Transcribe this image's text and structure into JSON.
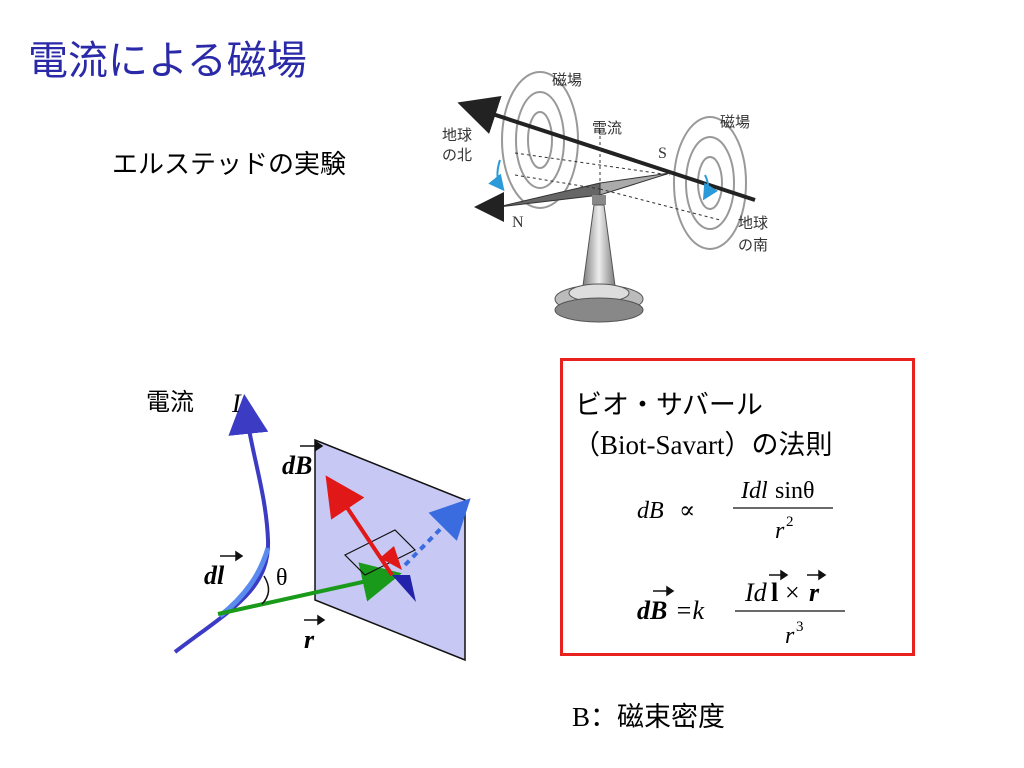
{
  "slide": {
    "title": "電流による磁場",
    "subtitle": "エルステッドの実験"
  },
  "oersted_figure": {
    "label_field_left": "磁場",
    "label_field_right": "磁場",
    "label_current": "電流",
    "label_north_pole_1": "地球",
    "label_north_pole_2": "の北",
    "label_south_pole_1": "地球",
    "label_south_pole_2": "の南",
    "label_s": "S",
    "label_n": "N"
  },
  "biot_figure": {
    "current_label": "電流",
    "current_symbol": "I",
    "db_label": "dB",
    "dl_label": "dl",
    "theta_label": "θ",
    "r_label": "r"
  },
  "law_box": {
    "title_line1": "ビオ・サバール",
    "title_line2_paren": "（Biot-Savart）",
    "title_line2_tail": "の法則",
    "formula1_lhs": "dB",
    "formula1_prop": "∝",
    "formula1_num_italic": "Idl",
    "formula1_num_func": "sinθ",
    "formula1_den": "r",
    "formula1_den_exp": "2",
    "formula2_lhs": "dB",
    "formula2_eq": "=k",
    "formula2_num_italic": "Id",
    "formula2_num_vec_l": "l",
    "formula2_times": "×",
    "formula2_num_vec_r": "r",
    "formula2_den": "r",
    "formula2_den_exp": "3"
  },
  "footnote": {
    "prefix": "B",
    "text": "：磁束密度"
  },
  "colors": {
    "title": "#2a2aa8",
    "box_border": "#e8201e",
    "plane_fill": "#c8c8f5",
    "current_wire": "#3b3bc4",
    "db_vector": "#e01818",
    "r_vector": "#1a9a1a",
    "dl_segment": "#5a8cf0"
  }
}
